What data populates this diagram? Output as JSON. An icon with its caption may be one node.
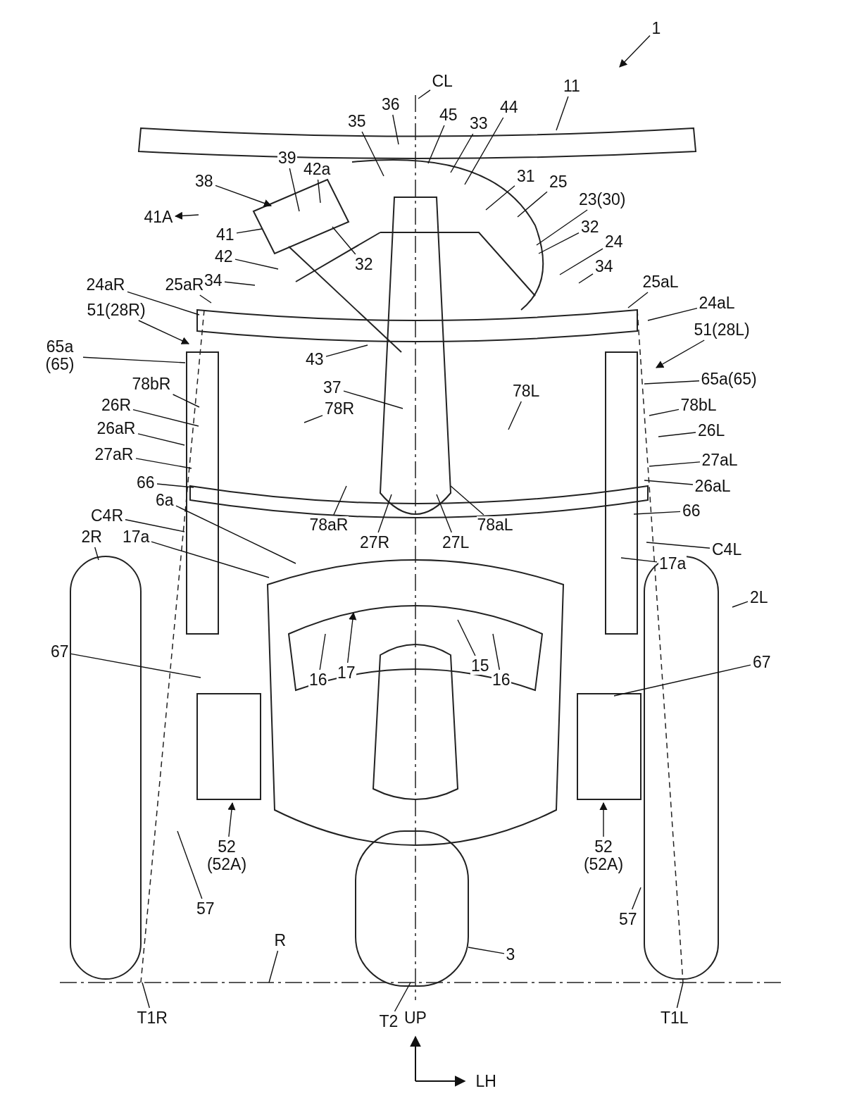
{
  "diagram": {
    "nodes": [
      {
        "text": [
          "1"
        ]
      },
      {
        "text": [
          "11"
        ]
      },
      {
        "text": [
          "CL"
        ]
      },
      {
        "text": [
          "36"
        ]
      },
      {
        "text": [
          "35"
        ]
      },
      {
        "text": [
          "45"
        ]
      },
      {
        "text": [
          "33"
        ]
      },
      {
        "text": [
          "44"
        ]
      },
      {
        "text": [
          "31"
        ]
      },
      {
        "text": [
          "25"
        ]
      },
      {
        "text": [
          "23(30)"
        ]
      },
      {
        "text": [
          "32"
        ]
      },
      {
        "text": [
          "24"
        ]
      },
      {
        "text": [
          "34"
        ]
      },
      {
        "text": [
          "25aL"
        ]
      },
      {
        "text": [
          "24aL"
        ]
      },
      {
        "text": [
          "51(28L)"
        ]
      },
      {
        "text": [
          "65a(65)"
        ]
      },
      {
        "text": [
          "78bL"
        ]
      },
      {
        "text": [
          "26L"
        ]
      },
      {
        "text": [
          "27aL"
        ]
      },
      {
        "text": [
          "26aL"
        ]
      },
      {
        "text": [
          "66"
        ]
      },
      {
        "text": [
          "17a"
        ]
      },
      {
        "text": [
          "C4L"
        ]
      },
      {
        "text": [
          "2L"
        ]
      },
      {
        "text": [
          "67"
        ]
      },
      {
        "text": [
          "52 (52A)"
        ]
      },
      {
        "text": [
          "57"
        ]
      },
      {
        "text": [
          "3"
        ]
      },
      {
        "text": [
          "R"
        ]
      },
      {
        "text": [
          "T1R"
        ]
      },
      {
        "text": [
          "T2"
        ]
      },
      {
        "text": [
          "T1L"
        ]
      },
      {
        "text": [
          "38"
        ]
      },
      {
        "text": [
          "39"
        ]
      },
      {
        "text": [
          "42a"
        ]
      },
      {
        "text": [
          "41A"
        ]
      },
      {
        "text": [
          "41"
        ]
      },
      {
        "text": [
          "42"
        ]
      },
      {
        "text": [
          "34"
        ]
      },
      {
        "text": [
          "25aR"
        ]
      },
      {
        "text": [
          "24aR"
        ]
      },
      {
        "text": [
          "51(28R)"
        ]
      },
      {
        "text": [
          "65a (65)"
        ]
      },
      {
        "text": [
          "78bR"
        ]
      },
      {
        "text": [
          "26R"
        ]
      },
      {
        "text": [
          "26aR"
        ]
      },
      {
        "text": [
          "27aR"
        ]
      },
      {
        "text": [
          "66"
        ]
      },
      {
        "text": [
          "6a"
        ]
      },
      {
        "text": [
          "C4R"
        ]
      },
      {
        "text": [
          "17a"
        ]
      },
      {
        "text": [
          "2R"
        ]
      },
      {
        "text": [
          "67"
        ]
      },
      {
        "text": [
          "52 (52A)"
        ]
      },
      {
        "text": [
          "57"
        ]
      },
      {
        "text": [
          "43"
        ]
      },
      {
        "text": [
          "37"
        ]
      },
      {
        "text": [
          "78R"
        ]
      },
      {
        "text": [
          "78L"
        ]
      },
      {
        "text": [
          "32"
        ]
      },
      {
        "text": [
          "78aR"
        ]
      },
      {
        "text": [
          "27R"
        ]
      },
      {
        "text": [
          "27L"
        ]
      },
      {
        "text": [
          "78aL"
        ]
      },
      {
        "text": [
          "16"
        ]
      },
      {
        "text": [
          "17"
        ]
      },
      {
        "text": [
          "15"
        ]
      },
      {
        "text": [
          "16"
        ]
      }
    ],
    "edges": [
      {
        "from": 0,
        "to": null,
        "arrow": "to"
      },
      {
        "from": 1,
        "to": null,
        "arrow": "none"
      },
      {
        "from": 2,
        "to": null,
        "arrow": "none"
      },
      {
        "from": 3,
        "to": null,
        "arrow": "none"
      },
      {
        "from": 4,
        "to": null,
        "arrow": "none"
      },
      {
        "from": 5,
        "to": null,
        "arrow": "none"
      },
      {
        "from": 6,
        "to": null,
        "arrow": "none"
      },
      {
        "from": 7,
        "to": null,
        "arrow": "none"
      },
      {
        "from": 8,
        "to": null,
        "arrow": "none"
      },
      {
        "from": 9,
        "to": null,
        "arrow": "none"
      },
      {
        "from": 10,
        "to": null,
        "arrow": "none"
      },
      {
        "from": 11,
        "to": null,
        "arrow": "none"
      },
      {
        "from": 12,
        "to": null,
        "arrow": "none"
      },
      {
        "from": 13,
        "to": null,
        "arrow": "none"
      },
      {
        "from": 14,
        "to": null,
        "arrow": "none"
      },
      {
        "from": 15,
        "to": null,
        "arrow": "none"
      },
      {
        "from": 16,
        "to": null,
        "arrow": "to"
      },
      {
        "from": 17,
        "to": null,
        "arrow": "none"
      },
      {
        "from": 18,
        "to": null,
        "arrow": "none"
      },
      {
        "from": 19,
        "to": null,
        "arrow": "none"
      },
      {
        "from": 20,
        "to": null,
        "arrow": "none"
      },
      {
        "from": 21,
        "to": null,
        "arrow": "none"
      },
      {
        "from": 22,
        "to": null,
        "arrow": "none"
      },
      {
        "from": 23,
        "to": null,
        "arrow": "none"
      },
      {
        "from": 24,
        "to": null,
        "arrow": "none"
      },
      {
        "from": 25,
        "to": null,
        "arrow": "none"
      },
      {
        "from": 26,
        "to": null,
        "arrow": "none"
      },
      {
        "from": 27,
        "to": null,
        "arrow": "to"
      },
      {
        "from": 28,
        "to": null,
        "arrow": "none"
      },
      {
        "from": 29,
        "to": null,
        "arrow": "none"
      },
      {
        "from": 30,
        "to": null,
        "arrow": "none"
      },
      {
        "from": 31,
        "to": null,
        "arrow": "none"
      },
      {
        "from": 32,
        "to": null,
        "arrow": "none"
      },
      {
        "from": 33,
        "to": null,
        "arrow": "none"
      },
      {
        "from": 34,
        "to": null,
        "arrow": "to"
      },
      {
        "from": 35,
        "to": null,
        "arrow": "none"
      },
      {
        "from": 36,
        "to": null,
        "arrow": "none"
      },
      {
        "from": null,
        "to": 37,
        "arrow": "to"
      },
      {
        "from": 38,
        "to": null,
        "arrow": "none"
      },
      {
        "from": 39,
        "to": null,
        "arrow": "none"
      },
      {
        "from": 40,
        "to": null,
        "arrow": "none"
      },
      {
        "from": 41,
        "to": null,
        "arrow": "none"
      },
      {
        "from": 42,
        "to": null,
        "arrow": "none"
      },
      {
        "from": 43,
        "to": null,
        "arrow": "to"
      },
      {
        "from": 44,
        "to": null,
        "arrow": "none"
      },
      {
        "from": 45,
        "to": null,
        "arrow": "none"
      },
      {
        "from": 46,
        "to": null,
        "arrow": "none"
      },
      {
        "from": 47,
        "to": null,
        "arrow": "none"
      },
      {
        "from": 48,
        "to": null,
        "arrow": "none"
      },
      {
        "from": 49,
        "to": null,
        "arrow": "none"
      },
      {
        "from": 50,
        "to": null,
        "arrow": "none"
      },
      {
        "from": 51,
        "to": null,
        "arrow": "none"
      },
      {
        "from": 52,
        "to": null,
        "arrow": "none"
      },
      {
        "from": 53,
        "to": null,
        "arrow": "none"
      },
      {
        "from": 54,
        "to": null,
        "arrow": "none"
      },
      {
        "from": 55,
        "to": null,
        "arrow": "to"
      },
      {
        "from": 56,
        "to": null,
        "arrow": "none"
      },
      {
        "from": 57,
        "to": null,
        "arrow": "none"
      },
      {
        "from": 58,
        "to": null,
        "arrow": "none"
      },
      {
        "from": 59,
        "to": null,
        "arrow": "none"
      },
      {
        "from": 60,
        "to": null,
        "arrow": "none"
      },
      {
        "from": 61,
        "to": null,
        "arrow": "none"
      },
      {
        "from": 62,
        "to": null,
        "arrow": "none"
      },
      {
        "from": 63,
        "to": null,
        "arrow": "none"
      },
      {
        "from": 64,
        "to": null,
        "arrow": "none"
      },
      {
        "from": 65,
        "to": null,
        "arrow": "none"
      },
      {
        "from": 66,
        "to": null,
        "arrow": "none"
      },
      {
        "from": 67,
        "to": null,
        "arrow": "to"
      },
      {
        "from": 68,
        "to": null,
        "arrow": "none"
      },
      {
        "from": 69,
        "to": null,
        "arrow": "none"
      }
    ],
    "labels": [
      "UP",
      "LH"
    ]
  }
}
